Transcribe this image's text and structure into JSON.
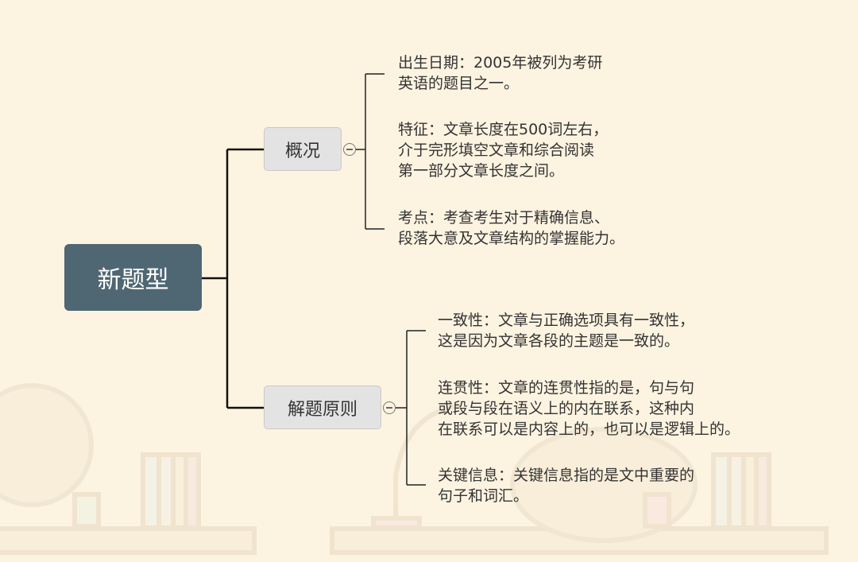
{
  "root": {
    "label": "新题型"
  },
  "branches": [
    {
      "label": "概况",
      "leaves": [
        {
          "lines": [
            "出生日期：2005年被列为考研",
            "英语的题目之一。"
          ]
        },
        {
          "lines": [
            "特征：文章长度在500词左右，",
            "介于完形填空文章和综合阅读",
            "第一部分文章长度之间。"
          ]
        },
        {
          "lines": [
            "考点：考查考生对于精确信息、",
            "段落大意及文章结构的掌握能力。"
          ]
        }
      ]
    },
    {
      "label": "解题原则",
      "leaves": [
        {
          "lines": [
            "一致性：文章与正确选项具有一致性，",
            "这是因为文章各段的主题是一致的。"
          ]
        },
        {
          "lines": [
            "连贯性：文章的连贯性指的是，句与句",
            "或段与段在语义上的内在联系，这种内",
            "在联系可以是内容上的，也可以是逻辑上的。"
          ]
        },
        {
          "lines": [
            "关键信息：关键信息指的是文中重要的",
            "句子和词汇。"
          ]
        }
      ]
    }
  ],
  "colors": {
    "background": "#fdf3e1",
    "root_fill": "#4f6773",
    "branch_fill": "#e3e3e3",
    "connector": "#111111"
  }
}
